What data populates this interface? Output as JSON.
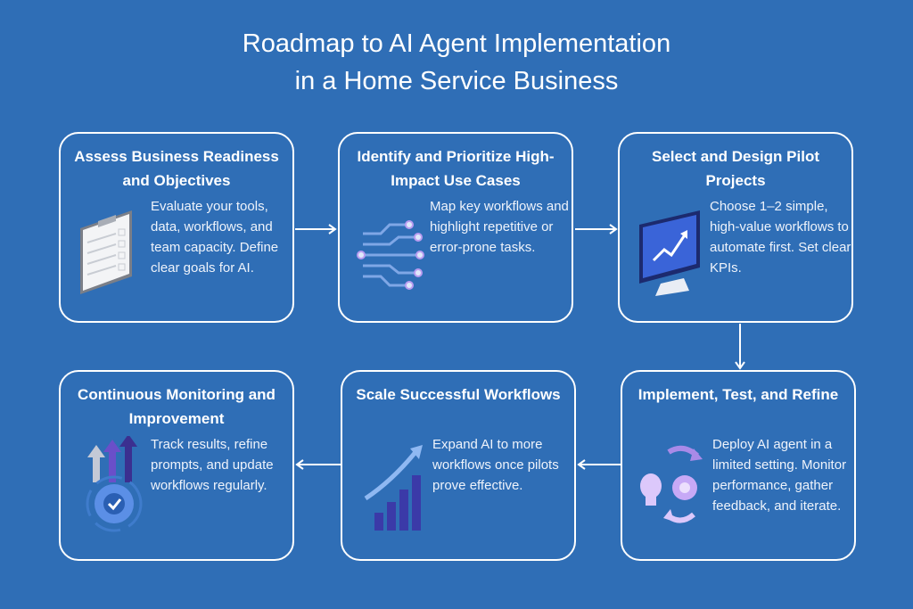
{
  "title_line1": "Roadmap to AI Agent Implementation",
  "title_line2": "in a Home Service Business",
  "steps": [
    {
      "title": "Assess Business Readiness and Objectives",
      "desc": "Evaluate your tools, data, workflows, and team capacity. Define clear goals for AI.",
      "icon": "clipboard-checklist-icon"
    },
    {
      "title": "Identify and Prioritize High-Impact Use Cases",
      "desc": "Map key workflows and highlight repetitive or error-prone tasks.",
      "icon": "workflow-network-icon"
    },
    {
      "title": "Select and Design Pilot Projects",
      "desc": "Choose 1–2 simple, high-value workflows to automate first. Set clear KPIs.",
      "icon": "monitor-chart-icon"
    },
    {
      "title": "Implement, Test, and Refine",
      "desc": "Deploy AI agent in a limited setting. Monitor performance, gather feedback, and iterate.",
      "icon": "lightbulb-gear-cycle-icon"
    },
    {
      "title": "Scale Successful Workflows",
      "desc": "Expand AI to more workflows once pilots prove effective.",
      "icon": "growth-bars-icon"
    },
    {
      "title": "Continuous Monitoring and Improvement",
      "desc": "Track results, refine prompts, and update workflows regularly.",
      "icon": "gear-check-arrows-icon"
    }
  ],
  "colors": {
    "background": "#2f6eb6",
    "accent_purple": "#b99cf0",
    "line": "#ffffff"
  }
}
